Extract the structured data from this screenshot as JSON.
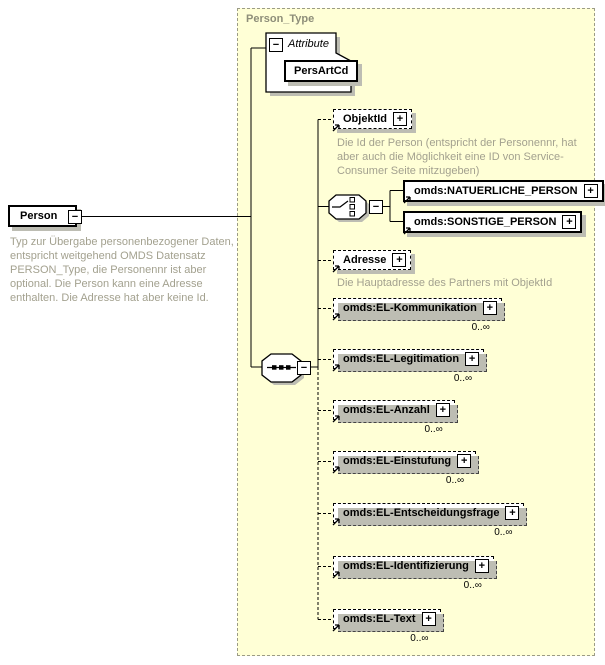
{
  "window": {
    "title": "XSD schema diagram"
  },
  "container": {
    "title": "Person_Type"
  },
  "person": {
    "label": "Person",
    "annotation": "Typ zur Übergabe personenbezogener Daten, entspricht weitgehend OMDS Datensatz PERSON_Type, die Personennr ist aber optional. Die Person kann eine Adresse enthalten. Die Adresse hat aber keine Id."
  },
  "attribute_group": {
    "header": "Attribute",
    "attributes": [
      {
        "name": "PersArtCd"
      }
    ]
  },
  "schema": {
    "objektid": {
      "label": "ObjektId",
      "annotation": "Die Id der Person (entspricht der Personennr, hat aber auch die Möglichkeit eine ID von Service-Consumer Seite mitzugeben)"
    },
    "natuerliche_person": {
      "label": "omds:NATUERLICHE_PERSON"
    },
    "sonstige_person": {
      "label": "omds:SONSTIGE_PERSON"
    },
    "adresse": {
      "label": "Adresse",
      "annotation": "Die Hauptadresse des Partners mit ObjektId"
    },
    "el_kommunikation": {
      "label": "omds:EL-Kommunikation",
      "occurs": "0..∞"
    },
    "el_legitimation": {
      "label": "omds:EL-Legitimation",
      "occurs": "0..∞"
    },
    "el_anzahl": {
      "label": "omds:EL-Anzahl",
      "occurs": "0..∞"
    },
    "el_einstufung": {
      "label": "omds:EL-Einstufung",
      "occurs": "0..∞"
    },
    "el_entscheidungsfrage": {
      "label": "omds:EL-Entscheidungsfrage",
      "occurs": "0..∞"
    },
    "el_identifizierung": {
      "label": "omds:EL-Identifizierung",
      "occurs": "0..∞"
    },
    "el_text": {
      "label": "omds:EL-Text",
      "occurs": "0..∞"
    }
  },
  "icons": {
    "expand": "+",
    "collapse": "−"
  },
  "colors": {
    "container_fill": "#ffffd6",
    "container_border": "#9b9b86",
    "container_title": "#8e8e79",
    "annotation": "#a3a18f",
    "shadow": "#bdbdb3",
    "box_bg": "#ffffff",
    "line": "#000000"
  }
}
